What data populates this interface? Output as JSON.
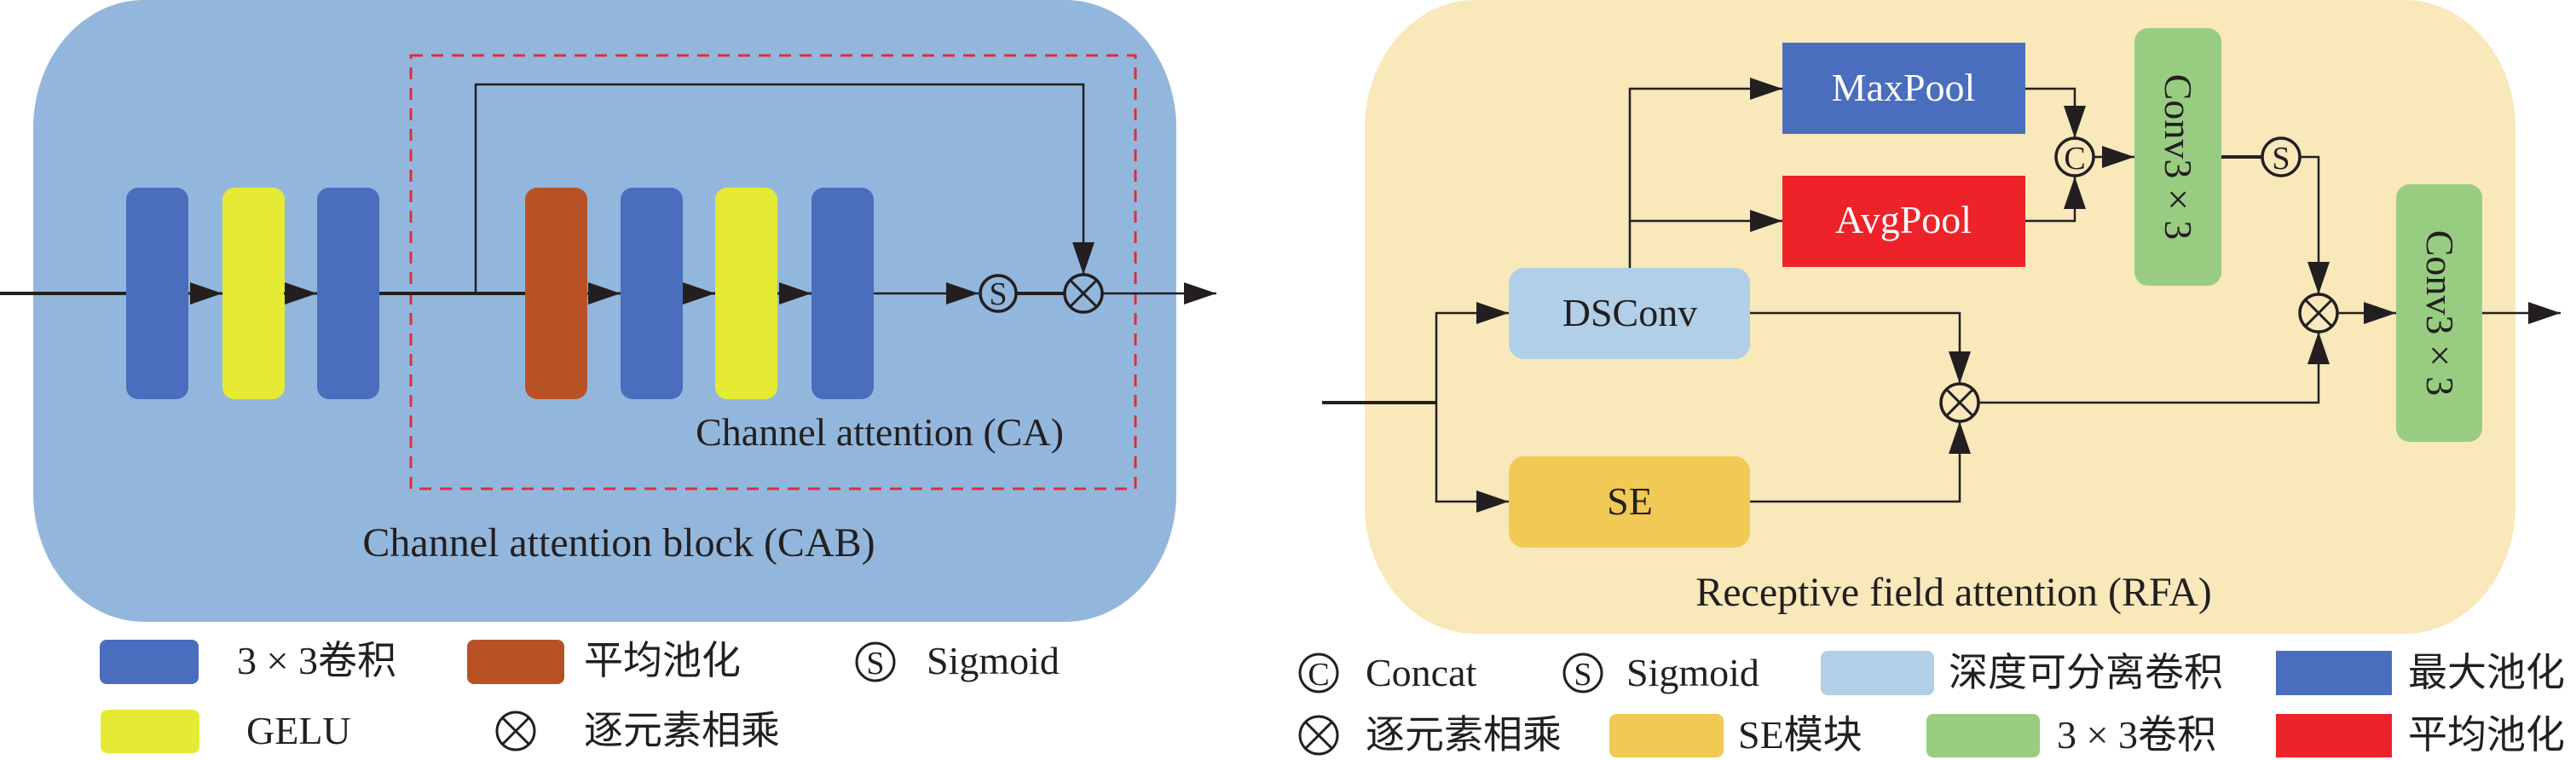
{
  "colors": {
    "cab_panel": "#93B7DC",
    "rfa_panel": "#F8E8BA",
    "conv_blue": "#4A6DBD",
    "gelu_yellow": "#E5EB34",
    "avgpool_orange": "#B85226",
    "maxpool_blue": "#4A6EBD",
    "avgpool_red": "#EE232A",
    "dsconv_lightblue": "#B1CFE6",
    "se_yellow": "#F1C955",
    "conv_green": "#98CD81",
    "ca_dashed_red": "#D9303C",
    "line": "#231f20"
  },
  "cab": {
    "title": "Channel attention block (CAB)",
    "ca_title": "Channel attention (CA)",
    "blocks": [
      {
        "type": "conv3x3"
      },
      {
        "type": "gelu"
      },
      {
        "type": "conv3x3"
      },
      {
        "type": "avgpool"
      },
      {
        "type": "conv3x3"
      },
      {
        "type": "gelu"
      },
      {
        "type": "conv3x3"
      }
    ],
    "sigmoid_symbol": "S",
    "legend": [
      {
        "swatch": "conv_blue",
        "label": "3 × 3卷积"
      },
      {
        "swatch": "avgpool_orange",
        "label": "平均池化"
      },
      {
        "symbol": "S",
        "label": "Sigmoid"
      },
      {
        "swatch": "gelu_yellow",
        "label": "GELU"
      },
      {
        "symbol": "⊗",
        "label": "逐元素相乘"
      }
    ]
  },
  "rfa": {
    "title": "Receptive field attention (RFA)",
    "maxpool": "MaxPool",
    "avgpool": "AvgPool",
    "dsconv": "DSConv",
    "se": "SE",
    "conv_a": "Conv3 × 3",
    "conv_b": "Conv3 × 3",
    "concat_symbol": "C",
    "sigmoid_symbol": "S",
    "legend": [
      {
        "symbol": "C",
        "label": "Concat"
      },
      {
        "symbol": "S",
        "label": "Sigmoid"
      },
      {
        "swatch": "dsconv_lightblue",
        "label": "深度可分离卷积"
      },
      {
        "swatch": "maxpool_blue",
        "label": "最大池化"
      },
      {
        "symbol": "⊗",
        "label": "逐元素相乘"
      },
      {
        "swatch": "se_yellow",
        "label": "SE模块"
      },
      {
        "swatch": "conv_green",
        "label": "3 × 3卷积"
      },
      {
        "swatch": "avgpool_red",
        "label": "平均池化"
      }
    ]
  }
}
